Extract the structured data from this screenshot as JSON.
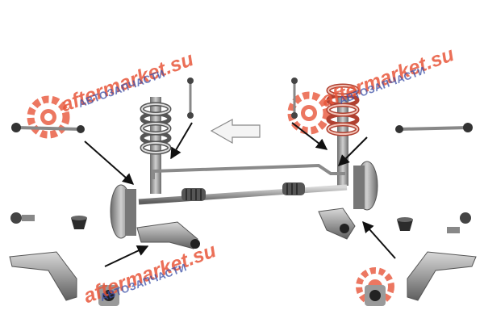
{
  "watermarks": [
    {
      "main": "aftermarket.su",
      "sub": "АВТОЗАПЧАСТИ"
    },
    {
      "main": "aftermarket.su",
      "sub": "АВТОЗАПЧАСТИ"
    },
    {
      "main": "aftermarket.su",
      "sub": "АВТОЗАПЧАСТИ"
    }
  ],
  "colors": {
    "brand_orange": "#e8563a",
    "brand_blue": "#3a4fa8",
    "part_gray": "#9a9a9a",
    "part_dark": "#2b2b2b",
    "spring_red": "#c0392b"
  },
  "icons": [
    "gear-logo-icon",
    "direction-arrow-icon"
  ]
}
